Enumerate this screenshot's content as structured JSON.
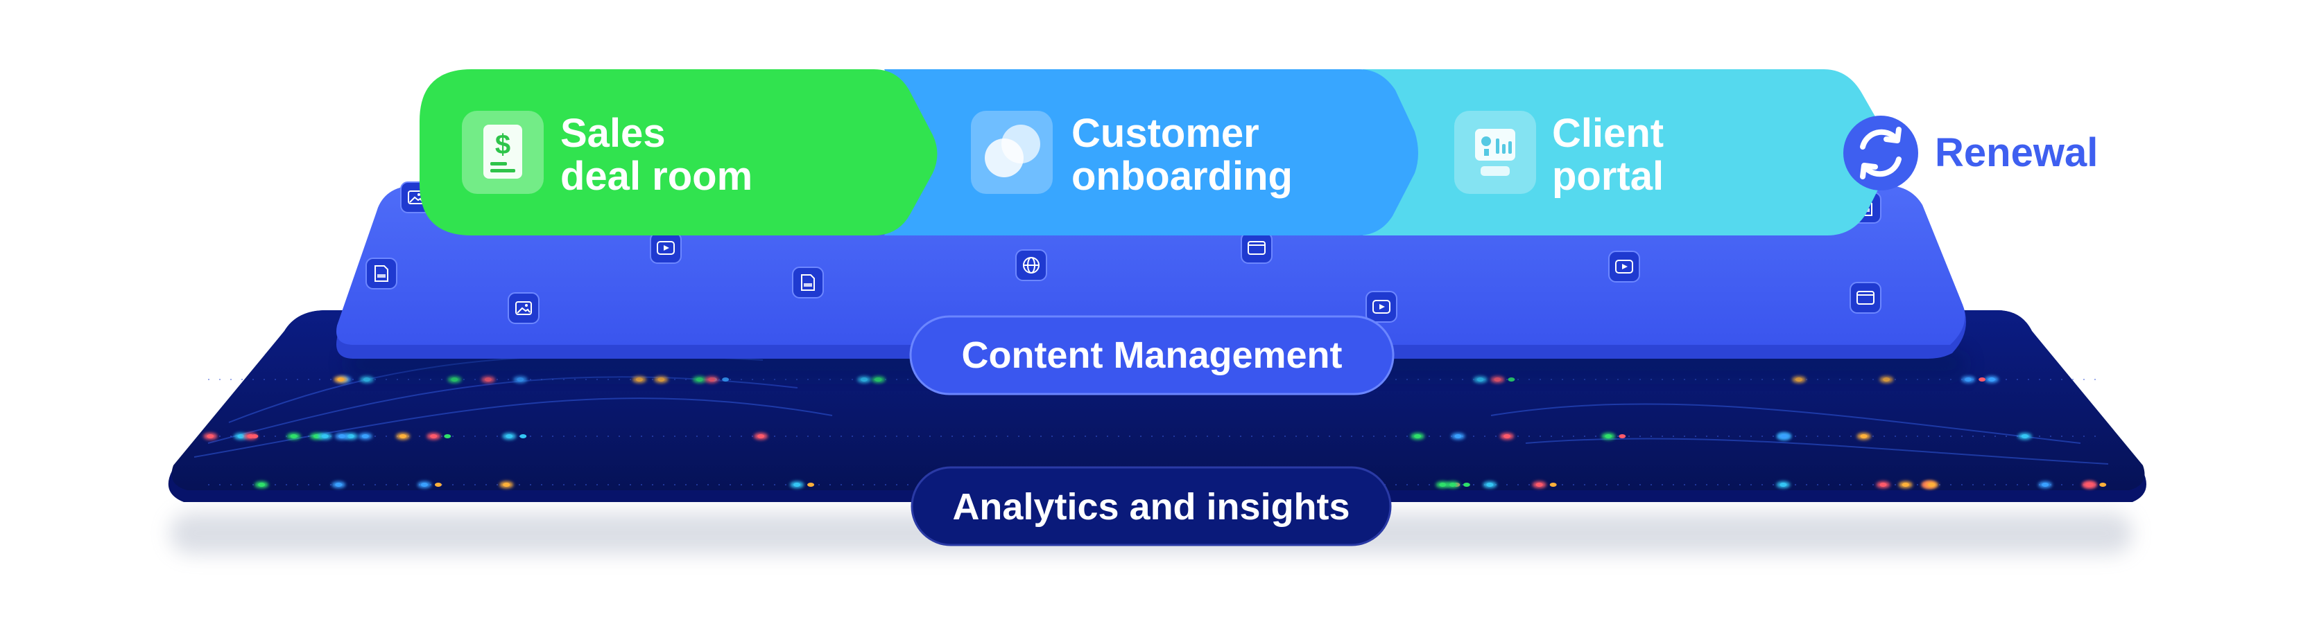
{
  "stages": [
    {
      "line1": "Sales",
      "line2": "deal room",
      "icon": "dollar-document-icon",
      "color": "#31e34f"
    },
    {
      "line1": "Customer",
      "line2": "onboarding",
      "icon": "overlapping-circles-icon",
      "color": "#38a6ff"
    },
    {
      "line1": "Client",
      "line2": "portal",
      "icon": "dashboard-card-icon",
      "color": "#55d9ee"
    }
  ],
  "renewal": {
    "label": "Renewal",
    "icon": "refresh-icon",
    "color": "#3e5ff0"
  },
  "layers": {
    "content": {
      "label": "Content Management",
      "color": "#4361f5"
    },
    "analytics": {
      "label": "Analytics and insights",
      "color": "#0a1a7a"
    }
  },
  "content_icons": [
    {
      "icon": "image-icon"
    },
    {
      "icon": "pdf-icon"
    },
    {
      "icon": "pdf-icon"
    },
    {
      "icon": "video-icon"
    },
    {
      "icon": "globe-icon"
    },
    {
      "icon": "browser-window-icon"
    },
    {
      "icon": "video-icon"
    },
    {
      "icon": "video-icon"
    },
    {
      "icon": "browser-window-icon"
    },
    {
      "icon": "pdf-icon"
    },
    {
      "icon": "image-icon"
    }
  ]
}
